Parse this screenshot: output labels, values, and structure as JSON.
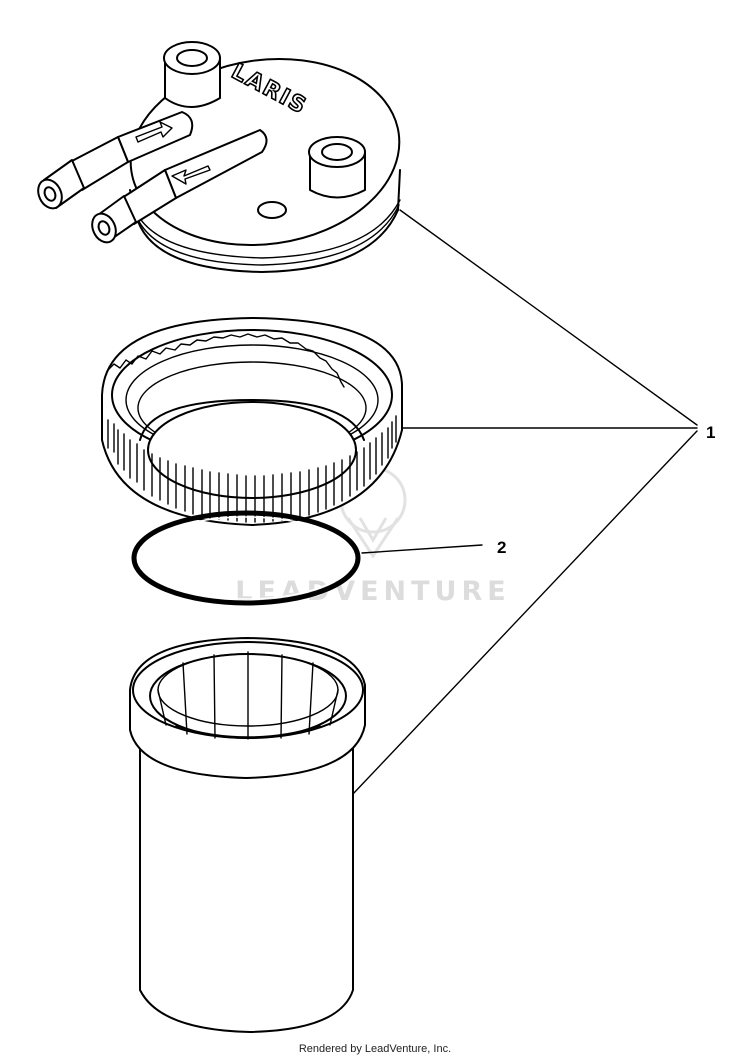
{
  "diagram": {
    "brand_text": "LARIS",
    "watermark": "LEADVENTURE",
    "callouts": [
      "1",
      "2"
    ]
  },
  "footer": {
    "text": "Rendered by LeadVenture, Inc."
  }
}
